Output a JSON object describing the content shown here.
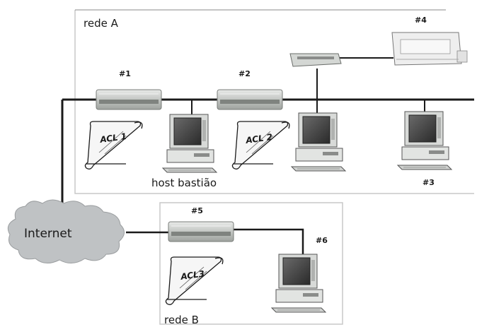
{
  "network_a": {
    "label": "rede A"
  },
  "network_b": {
    "label": "rede B"
  },
  "internet": {
    "label": "Internet"
  },
  "bastion": {
    "label": "host bastião"
  },
  "devices": {
    "router1": "#1",
    "router2": "#2",
    "host3": "#3",
    "printer4": "#4",
    "router5": "#5",
    "host6": "#6"
  },
  "acls": {
    "acl1": "ACL 1",
    "acl2": "ACL 2",
    "acl3": "ACL3"
  },
  "colors": {
    "line": "#1a1a1a",
    "box_border": "#c8c8c8",
    "cloud": "#bfc2c4",
    "device": "#d4d7d4"
  }
}
